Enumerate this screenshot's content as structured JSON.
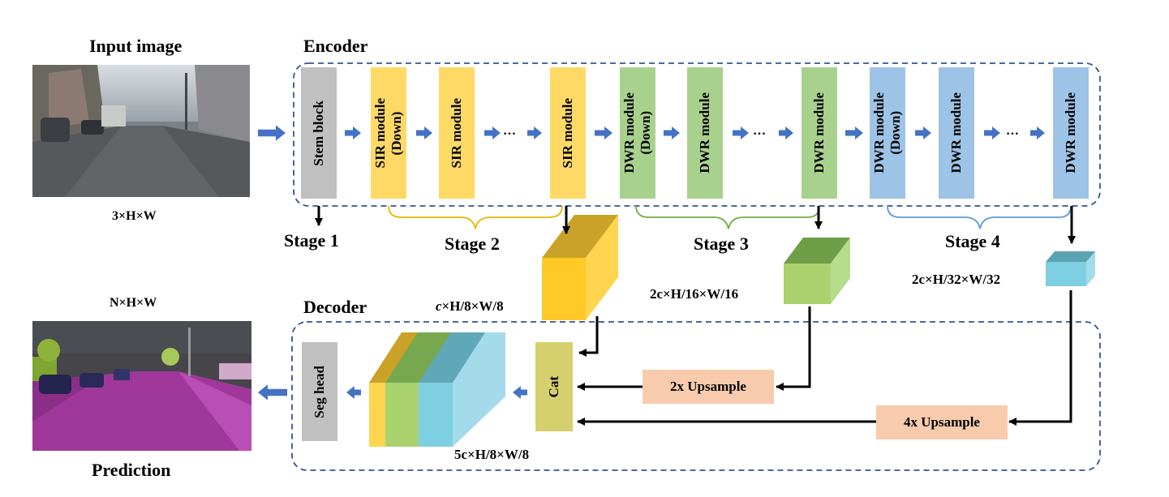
{
  "input": {
    "title": "Input image",
    "shape": "3×H×W"
  },
  "output": {
    "title": "Prediction",
    "shape": "N×H×W"
  },
  "encoder": {
    "title": "Encoder",
    "blocks": [
      "Stem block",
      "SIR module\n(Down)",
      "SIR module",
      "SIR module",
      "DWR module\n(Down)",
      "DWR module",
      "DWR module",
      "DWR module\n(Down)",
      "DWR module",
      "DWR module"
    ],
    "ellipsis": "…",
    "stages": [
      "Stage 1",
      "Stage 2",
      "Stage 3",
      "Stage 4"
    ]
  },
  "features": {
    "f8": {
      "pre": "c",
      "rest": "×H/8×W/8"
    },
    "f16": {
      "pre": "2c",
      "rest": "×H/16×W/16"
    },
    "f32": {
      "pre": "2c",
      "rest": "×H/32×W/32"
    },
    "cat": {
      "pre": "5c",
      "rest": "×H/8×W/8"
    }
  },
  "decoder": {
    "title": "Decoder",
    "seg_head": "Seg head",
    "cat": "Cat",
    "up2": "2x Upsample",
    "up4": "4x Upsample"
  },
  "colors": {
    "arrow_blue": "#4472c4",
    "border_blue": "#2f5597",
    "stem_gray": "#c0c0c0",
    "sir_yellow": "#ffd966",
    "dwr_green": "#a9d18e",
    "dwr_blue": "#9dc3e6",
    "upsample": "#f8cbad",
    "cat_olive": "#d6cf6e"
  }
}
